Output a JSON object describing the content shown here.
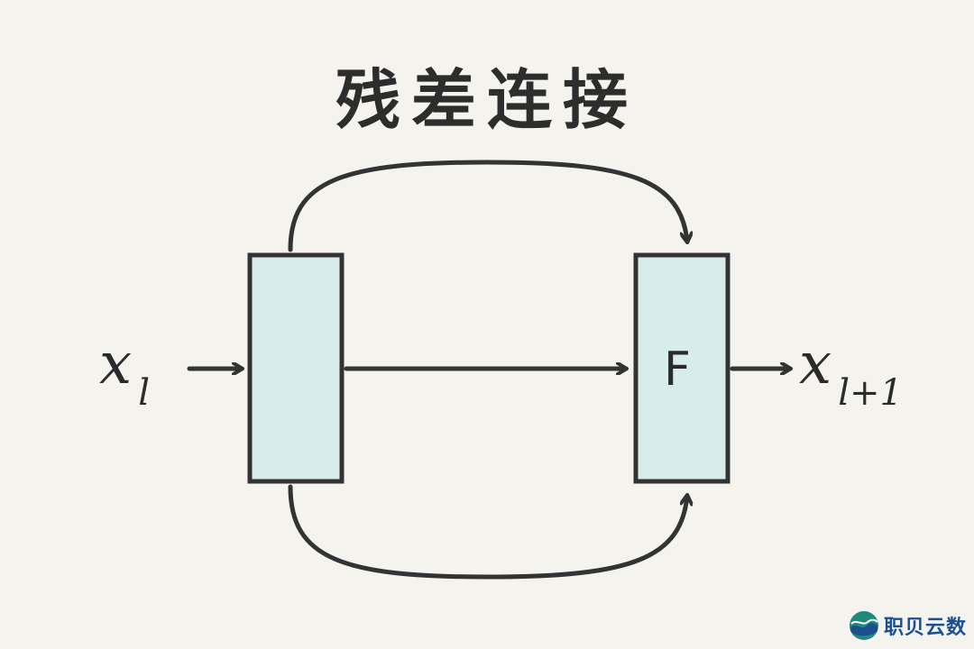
{
  "title": "残差连接",
  "labels": {
    "input_main": "x",
    "input_sub": "l",
    "output_main": "x",
    "output_sub": "l+1",
    "block_function": "F"
  },
  "watermark": {
    "text": "职贝云数",
    "logo_icon": "wave-globe-icon"
  },
  "colors": {
    "stroke": "#333333",
    "block_fill": "#d9ecec",
    "background": "#f5f3ee",
    "logo_text": "#1b4f8f"
  }
}
